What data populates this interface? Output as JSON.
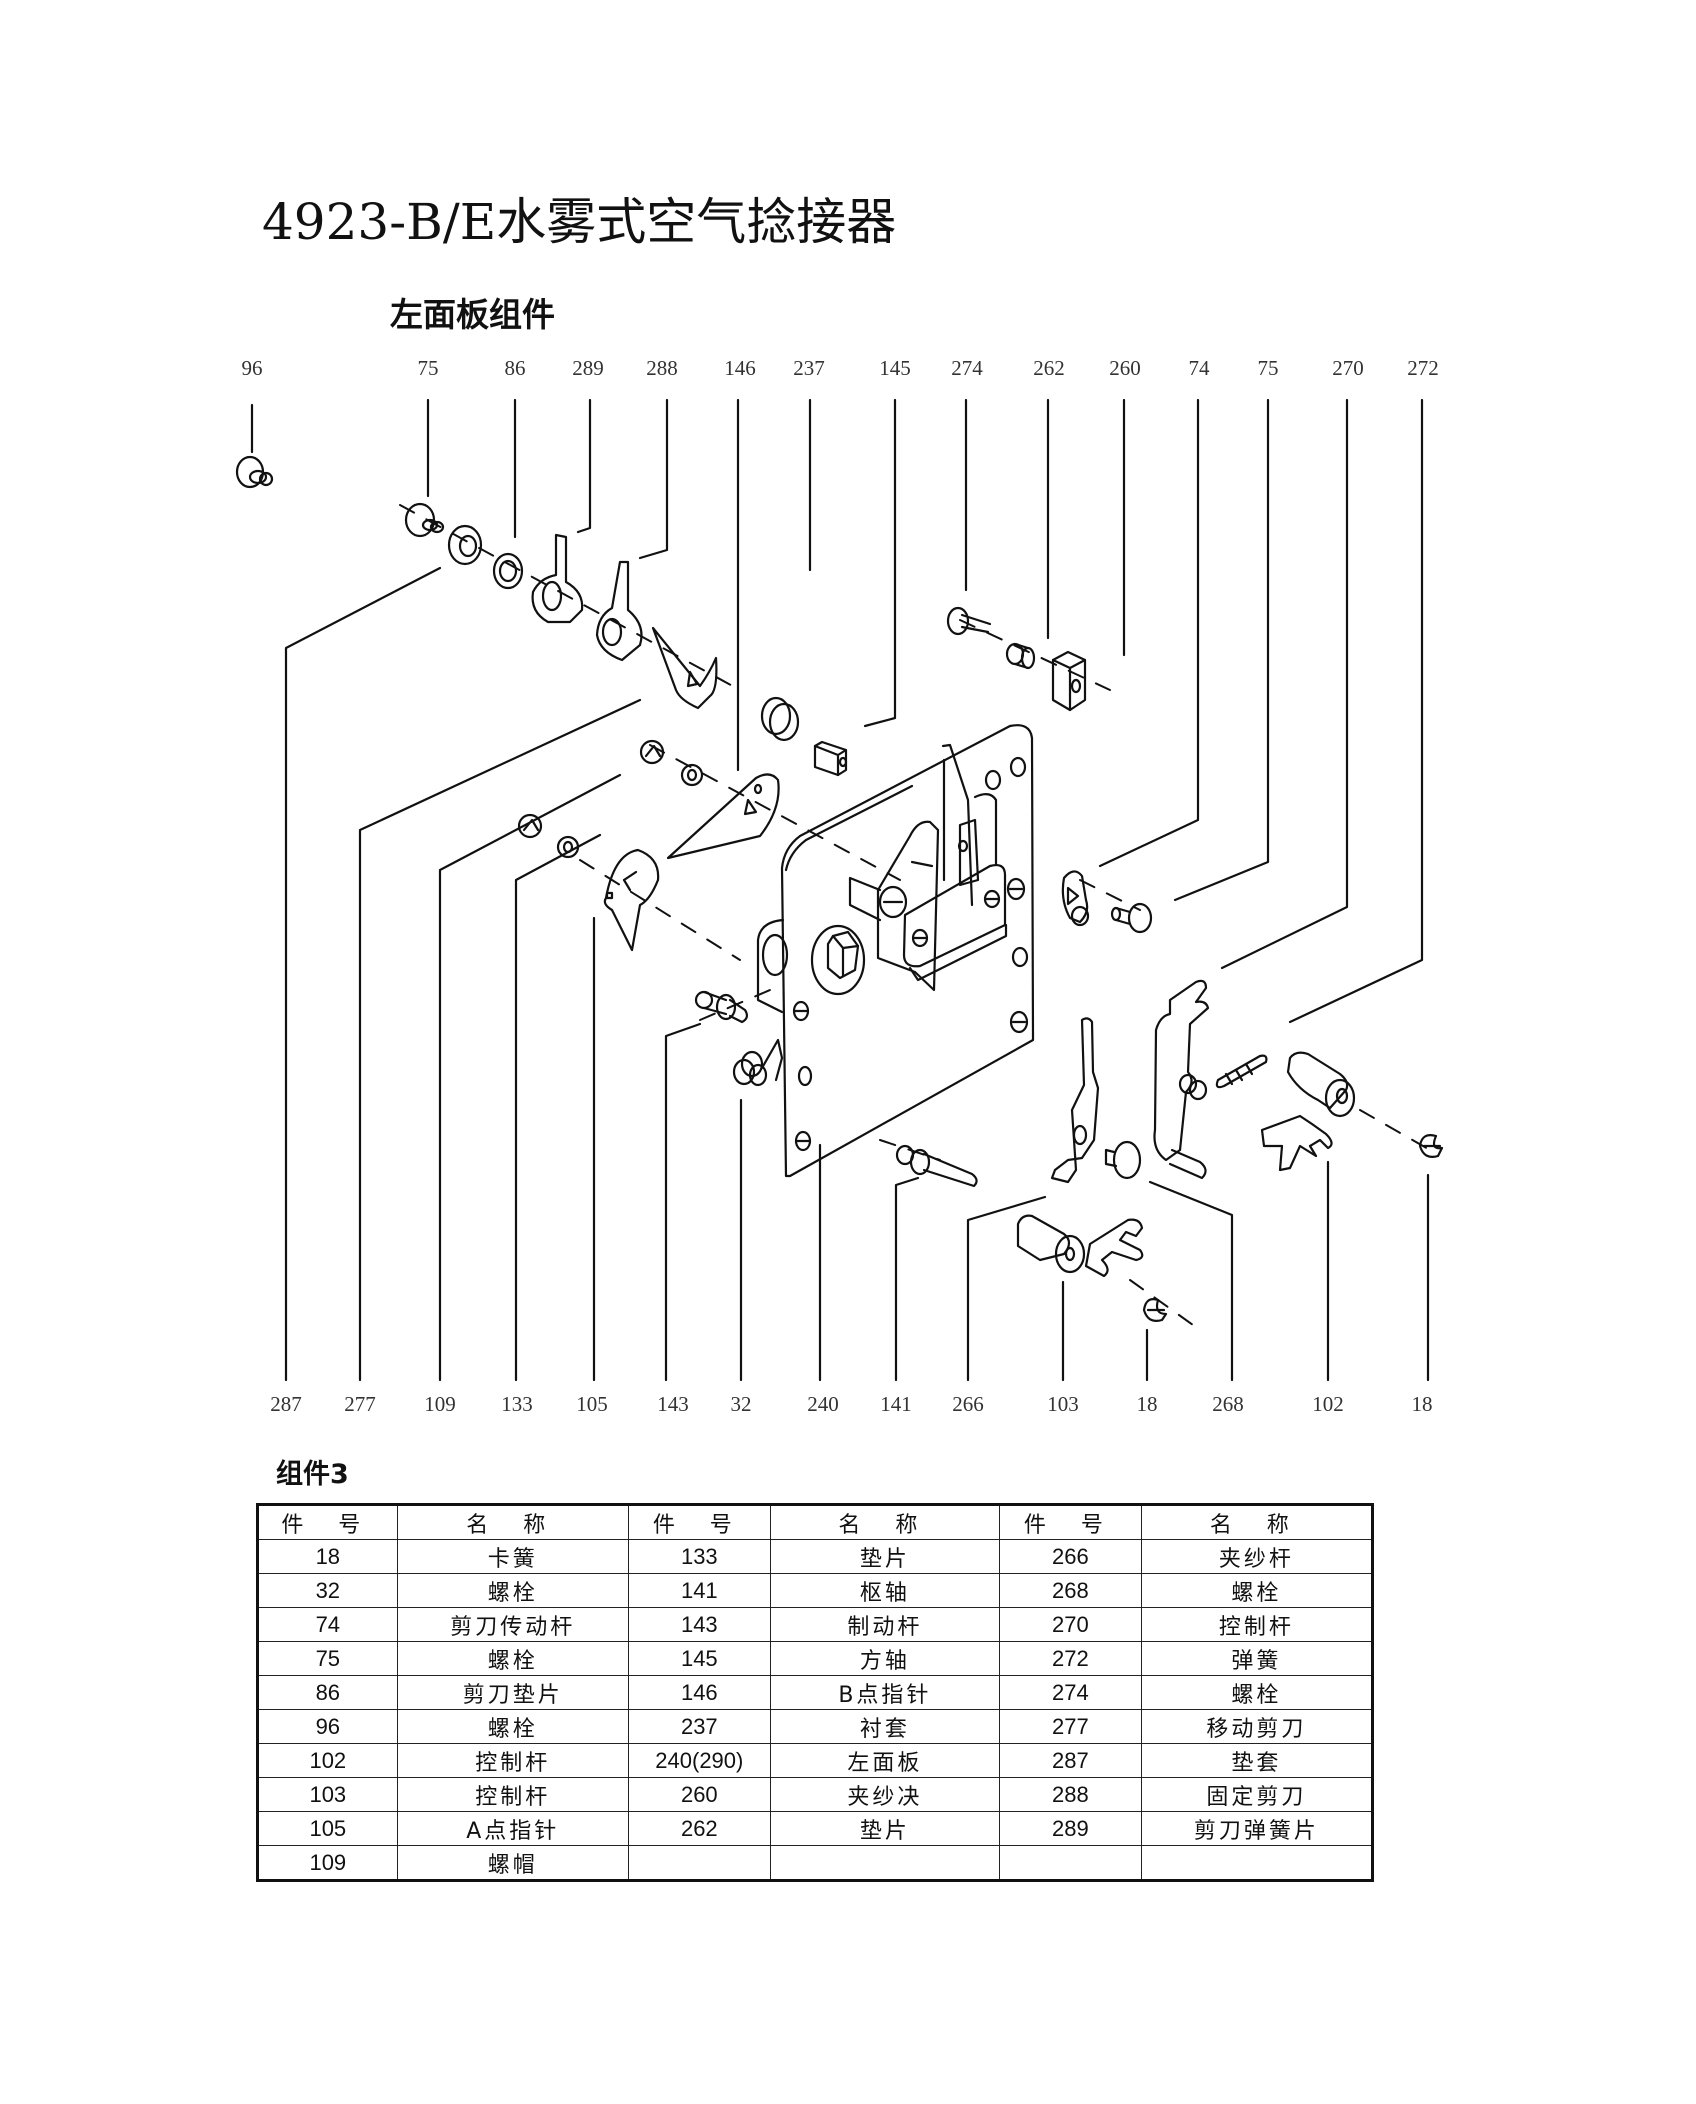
{
  "document": {
    "title": "4923-B/E水雾式空气捻接器",
    "subtitle": "左面板组件",
    "group_label": "组件3"
  },
  "diagram": {
    "top_callouts": [
      "96",
      "75",
      "86",
      "289",
      "288",
      "146",
      "237",
      "145",
      "274",
      "262",
      "260",
      "74",
      "75",
      "270",
      "272"
    ],
    "bottom_callouts": [
      "287",
      "277",
      "109",
      "133",
      "105",
      "143",
      "32",
      "240",
      "141",
      "266",
      "103",
      "18",
      "268",
      "102",
      "18"
    ]
  },
  "parts_table": {
    "headers": [
      "件 号",
      "名 称",
      "件 号",
      "名 称",
      "件 号",
      "名 称"
    ],
    "rows": [
      [
        "18",
        "卡簧",
        "133",
        "垫片",
        "266",
        "夹纱杆"
      ],
      [
        "32",
        "螺栓",
        "141",
        "枢轴",
        "268",
        "螺栓"
      ],
      [
        "74",
        "剪刀传动杆",
        "143",
        "制动杆",
        "270",
        "控制杆"
      ],
      [
        "75",
        "螺栓",
        "145",
        "方轴",
        "272",
        "弹簧"
      ],
      [
        "86",
        "剪刀垫片",
        "146",
        "B点指针",
        "274",
        "螺栓"
      ],
      [
        "96",
        "螺栓",
        "237",
        "衬套",
        "277",
        "移动剪刀"
      ],
      [
        "102",
        "控制杆",
        "240(290)",
        "左面板",
        "287",
        "垫套"
      ],
      [
        "103",
        "控制杆",
        "260",
        "夹纱决",
        "288",
        "固定剪刀"
      ],
      [
        "105",
        "A点指针",
        "262",
        "垫片",
        "289",
        "剪刀弹簧片"
      ],
      [
        "109",
        "螺帽",
        "",
        "",
        "",
        ""
      ]
    ]
  }
}
